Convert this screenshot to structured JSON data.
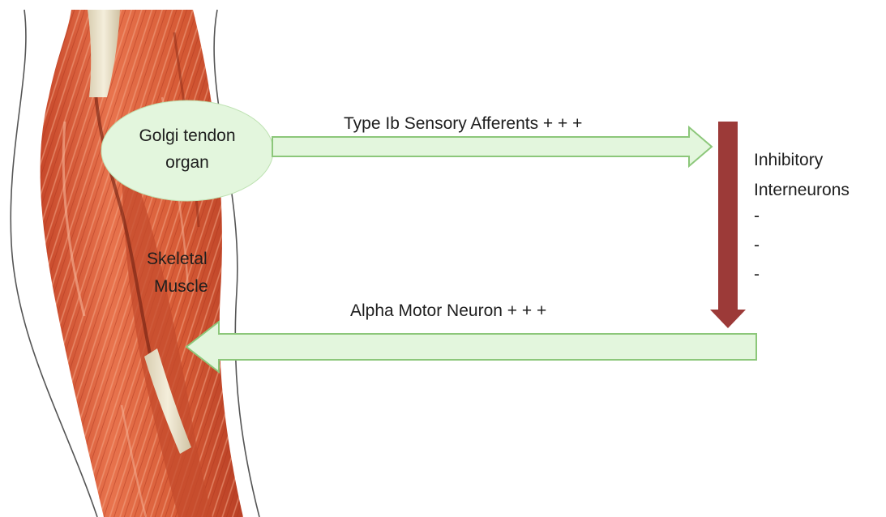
{
  "gto": {
    "line1": "Golgi tendon",
    "line2": "organ"
  },
  "afferent_label": "Type Ib Sensory Afferents + + +",
  "interneuron": {
    "line1": "Inhibitory",
    "line2": "Interneurons",
    "signs": [
      "-",
      "-",
      "-"
    ]
  },
  "motor_label": "Alpha Motor Neuron + + +",
  "muscle": {
    "line1": "Skeletal",
    "line2": "Muscle"
  },
  "colors": {
    "arrow_fill": "#e3f6dd",
    "arrow_stroke": "#8cc77a",
    "inhibit_arrow": "#9c3a38",
    "muscle_main": "#d65a35",
    "muscle_light": "#ee9373",
    "tendon": "#ece3c8",
    "outline": "#555555"
  }
}
